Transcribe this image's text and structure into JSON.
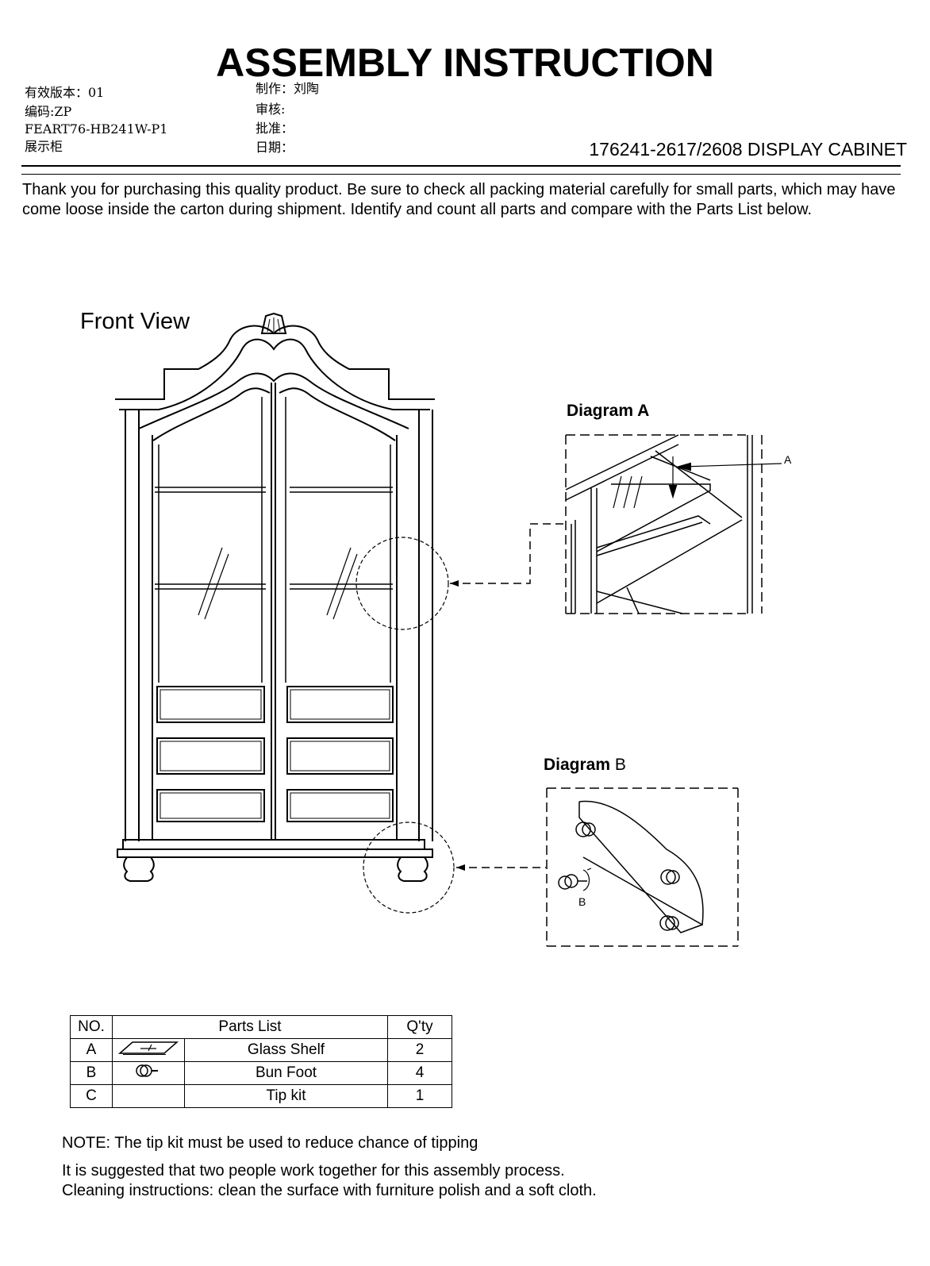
{
  "header": {
    "title": "ASSEMBLY INSTRUCTION",
    "left_meta": [
      "有效版本：01",
      "编码:ZP",
      "FEART76-HB241W-P1",
      "展示柜"
    ],
    "mid_meta": [
      "制作：刘陶",
      "审核:",
      "批准：",
      "日期："
    ],
    "product": "176241-2617/2608  DISPLAY CABINET"
  },
  "intro": "Thank you for purchasing this quality product. Be sure to check all packing material carefully for small parts, which may have come loose inside the carton during shipment. Identify and count all parts and compare with the Parts List below.",
  "front_view": {
    "label": "Front View"
  },
  "diagram_a": {
    "title": "Diagram A",
    "callout": "A"
  },
  "diagram_b": {
    "title_bold": "Diagram",
    "title_rest": " B",
    "callout": "B"
  },
  "parts_table": {
    "headers": {
      "no": "NO.",
      "list": "Parts  List",
      "qty": "Q'ty"
    },
    "rows": [
      {
        "no": "A",
        "icon": "glass-shelf-icon",
        "name": "Glass Shelf",
        "qty": "2"
      },
      {
        "no": "B",
        "icon": "bun-foot-icon",
        "name": "Bun Foot",
        "qty": "4"
      },
      {
        "no": "C",
        "icon": "",
        "name": "Tip kit",
        "qty": "1"
      }
    ]
  },
  "notes": {
    "note": "NOTE: The tip kit must be used to reduce chance of tipping",
    "line1": "It is suggested that two people work together for this assembly process.",
    "line2": "Cleaning instructions: clean the surface with furniture polish and a soft cloth."
  }
}
